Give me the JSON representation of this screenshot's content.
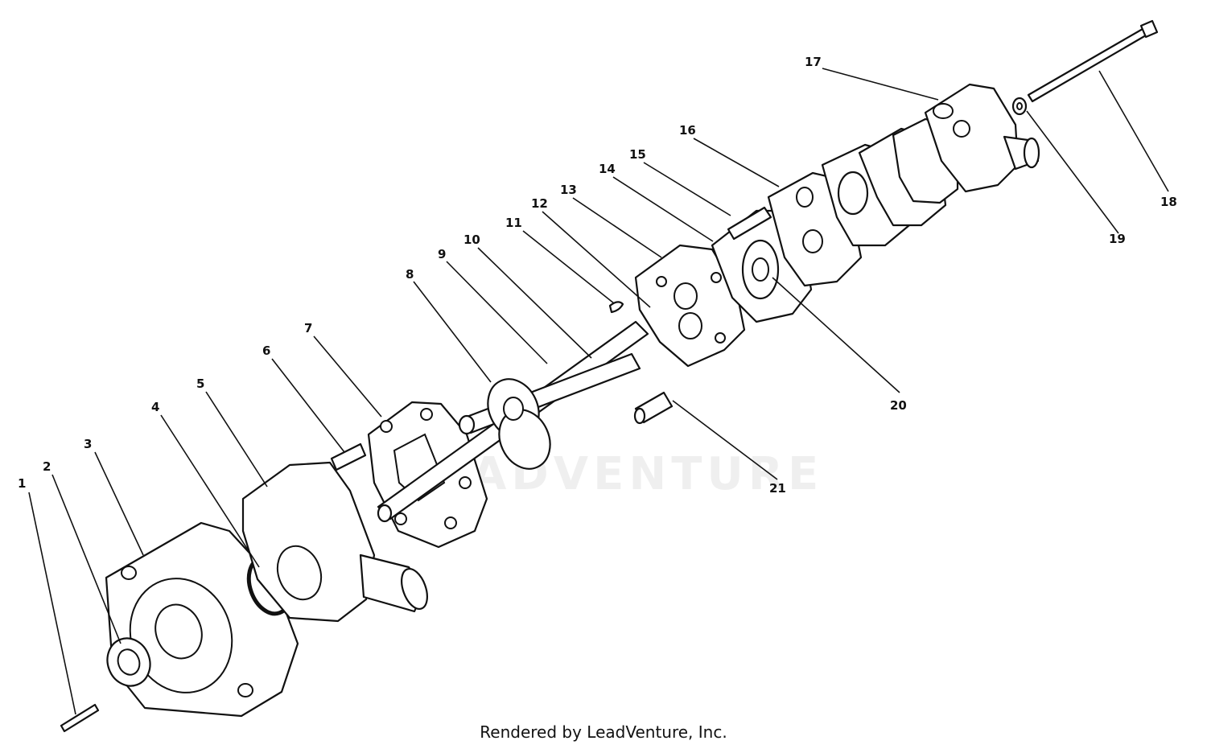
{
  "watermark": {
    "text": "LEADVENTURE"
  },
  "footer": {
    "credit": "Rendered by LeadVenture, Inc."
  },
  "callouts": [
    {
      "label": "1"
    },
    {
      "label": "2"
    },
    {
      "label": "3"
    },
    {
      "label": "4"
    },
    {
      "label": "5"
    },
    {
      "label": "6"
    },
    {
      "label": "7"
    },
    {
      "label": "8"
    },
    {
      "label": "9"
    },
    {
      "label": "10"
    },
    {
      "label": "11"
    },
    {
      "label": "12"
    },
    {
      "label": "13"
    },
    {
      "label": "14"
    },
    {
      "label": "15"
    },
    {
      "label": "16"
    },
    {
      "label": "17"
    },
    {
      "label": "18"
    },
    {
      "label": "19"
    },
    {
      "label": "20"
    },
    {
      "label": "21"
    }
  ]
}
